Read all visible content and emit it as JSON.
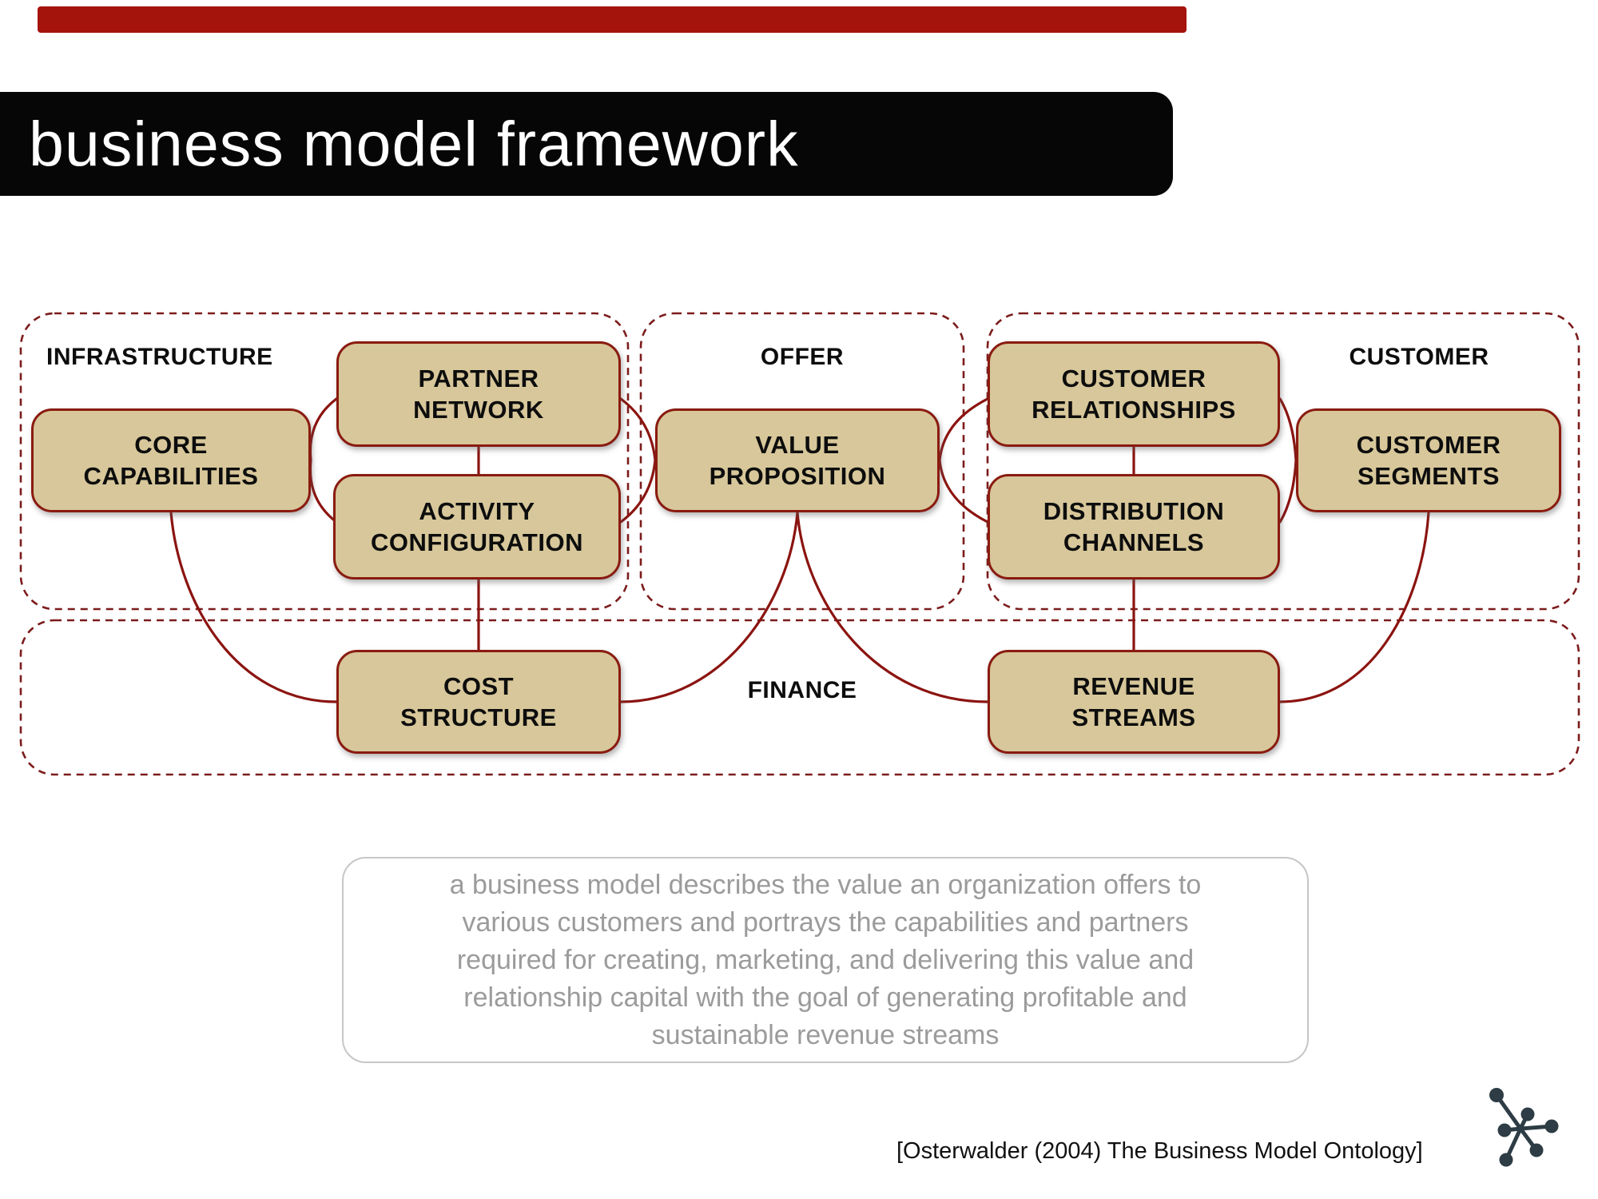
{
  "colors": {
    "top_bar": "#a5130d",
    "title_bg": "#060606",
    "title_fg": "#ffffff",
    "maroon": "#8b1410",
    "dash": "#7c1c1c",
    "box_fill": "#d7c79a",
    "box_border": "#8a1b10",
    "text": "#0d0d0d",
    "desc_fg": "#9b9b9b",
    "desc_border": "#c6c6c6",
    "logo": "#2d3c45"
  },
  "title_bar": {
    "title": "business model framework"
  },
  "diagram": {
    "regions": [
      {
        "id": "infrastructure",
        "label": "INFRASTRUCTURE"
      },
      {
        "id": "offer",
        "label": "OFFER"
      },
      {
        "id": "customer",
        "label": "CUSTOMER"
      },
      {
        "id": "finance",
        "label": "FINANCE"
      }
    ],
    "boxes": [
      {
        "id": "partner-network",
        "lines": [
          "PARTNER",
          "NETWORK"
        ]
      },
      {
        "id": "core-capabilities",
        "lines": [
          "CORE",
          "CAPABILITIES"
        ]
      },
      {
        "id": "activity-configuration",
        "lines": [
          "ACTIVITY",
          "CONFIGURATION"
        ]
      },
      {
        "id": "value-proposition",
        "lines": [
          "VALUE",
          "PROPOSITION"
        ]
      },
      {
        "id": "customer-relationships",
        "lines": [
          "CUSTOMER",
          "RELATIONSHIPS"
        ]
      },
      {
        "id": "distribution-channels",
        "lines": [
          "DISTRIBUTION",
          "CHANNELS"
        ]
      },
      {
        "id": "customer-segments",
        "lines": [
          "CUSTOMER",
          "SEGMENTS"
        ]
      },
      {
        "id": "cost-structure",
        "lines": [
          "COST",
          "STRUCTURE"
        ]
      },
      {
        "id": "revenue-streams",
        "lines": [
          "REVENUE",
          "STREAMS"
        ]
      }
    ]
  },
  "description": {
    "lines": [
      "a business model describes the value an organization offers to",
      "various customers and portrays the capabilities and partners",
      "required for creating, marketing, and delivering this value and",
      "relationship capital with the goal of generating profitable and",
      "sustainable revenue streams"
    ]
  },
  "footer": {
    "citation": "[Osterwalder (2004) The Business Model Ontology]",
    "logo_icon": "molecule-network-icon"
  }
}
